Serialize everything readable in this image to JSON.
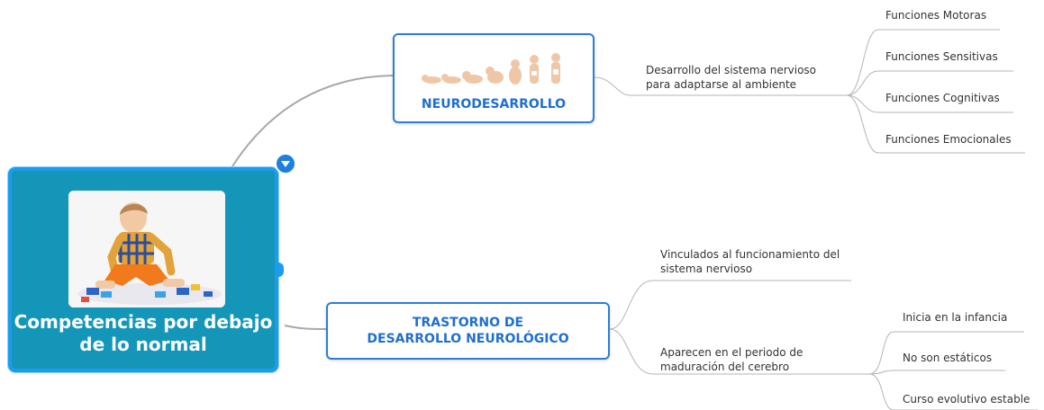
{
  "root": {
    "title": "Competencias por debajo de lo normal"
  },
  "neuro": {
    "title": "NEURODESARROLLO",
    "description": "Desarrollo del sistema nervioso para adaptarse al ambiente",
    "functions": [
      "Funciones Motoras",
      "Funciones Sensitivas",
      "Funciones Cognitivas",
      "Funciones Emocionales"
    ]
  },
  "trastorno": {
    "title": "TRASTORNO DE DESARROLLO NEUROLÓGICO",
    "linked": "Vinculados al funcionamiento del sistema nervioso",
    "appear": "Aparecen en el periodo de maduración del cerebro",
    "traits": [
      "Inicia en la infancia",
      "No son estáticos",
      "Curso evolutivo estable"
    ]
  },
  "colors": {
    "root_fill": "#1496b9",
    "root_border": "#1d9bf0",
    "node_title": "#1f6fcf",
    "connector": "#a8a8a8"
  },
  "icons": {
    "collapse": "chevron-down-icon"
  }
}
